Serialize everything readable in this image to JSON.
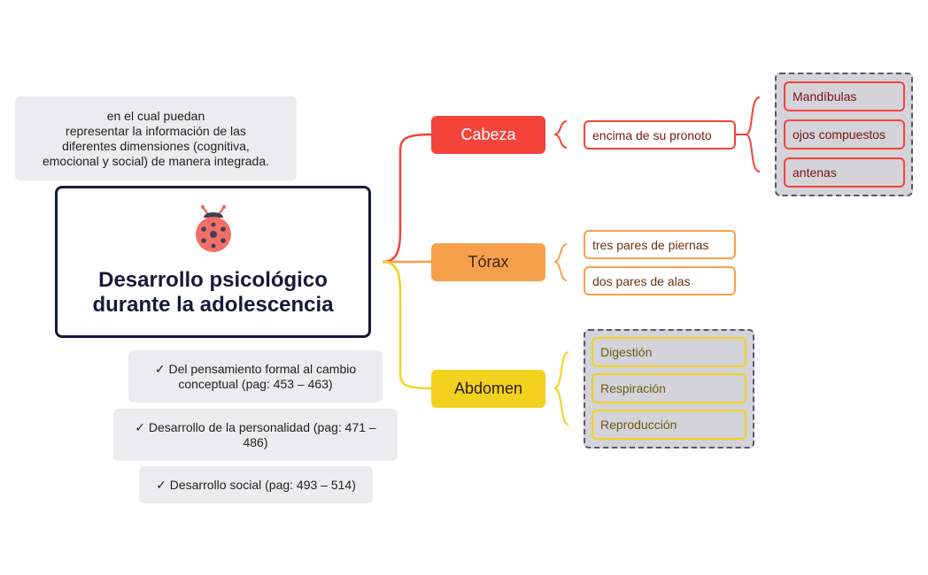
{
  "notes": {
    "top": [
      "en el cual puedan",
      "representar la información de las",
      "diferentes dimensiones (cognitiva,",
      "emocional y social) de manera integrada."
    ],
    "bottom": [
      [
        "✓ Del pensamiento formal al cambio",
        "conceptual (pag: 453 – 463)"
      ],
      [
        "✓ Desarrollo de la personalidad (pag: 471 –",
        "486)"
      ],
      [
        "✓ Desarrollo social (pag: 493 – 514)"
      ]
    ]
  },
  "central": {
    "title_lines": [
      "Desarrollo psicológico",
      "durante la adolescencia"
    ],
    "icon": "ladybug-icon"
  },
  "branches": [
    {
      "label": "Cabeza",
      "color": "#f4433b",
      "leaves": [
        "encima de su pronoto"
      ],
      "subgroup": [
        "Mandíbulas",
        "ojos compuestos",
        "antenas"
      ]
    },
    {
      "label": "Tórax",
      "color": "#f6a04b",
      "leaves": [
        "tres pares de piernas",
        "dos pares de alas"
      ]
    },
    {
      "label": "Abdomen",
      "color": "#f2d21e",
      "subgroup": [
        "Digestión",
        "Respiración",
        "Reproducción"
      ]
    }
  ],
  "colors": {
    "red": "#f4433b",
    "red_text": "#7a1410",
    "orange": "#f6a04b",
    "orange_text": "#6b3410",
    "yellow": "#f2d21e",
    "yellow_text": "#6b5a10",
    "group_fill": "#d3d3d9",
    "central_border": "#151a3a"
  }
}
